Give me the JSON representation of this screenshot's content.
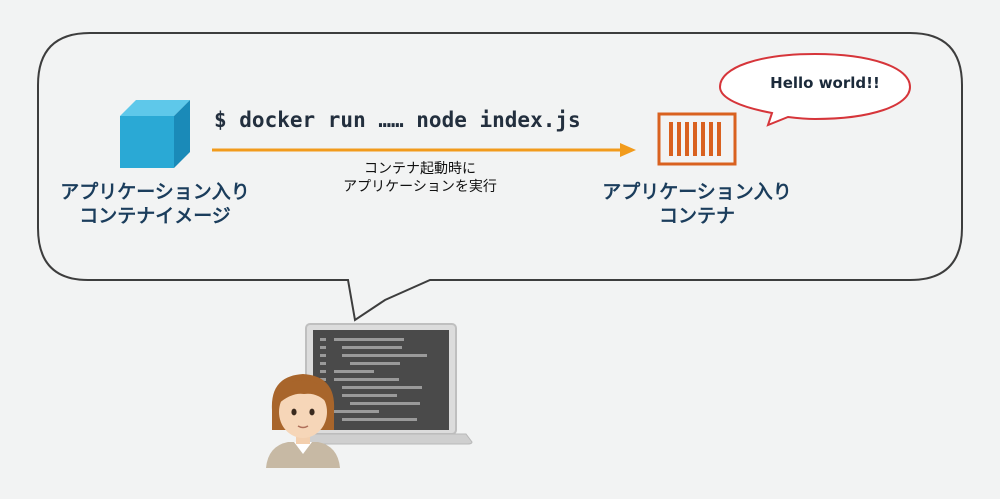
{
  "command": "$ docker run …… node index.js",
  "arrow_caption": [
    "コンテナ起動時に",
    "アプリケーションを実行"
  ],
  "image_label": [
    "アプリケーション入り",
    "コンテナイメージ"
  ],
  "container_label": [
    "アプリケーション入り",
    "コンテナ"
  ],
  "speech_text": "Hello world!!",
  "icons": {
    "image": "cube-icon",
    "container": "container-icon",
    "user": "developer-avatar",
    "computer": "laptop-icon"
  },
  "colors": {
    "background": "#f2f3f3",
    "bubble_stroke": "#3d3d3d",
    "arrow": "#f29b1c",
    "cube": "#2aa9d5",
    "container": "#d9611f",
    "speech_stroke": "#d6353a",
    "label_text": "#1b3d5c"
  }
}
